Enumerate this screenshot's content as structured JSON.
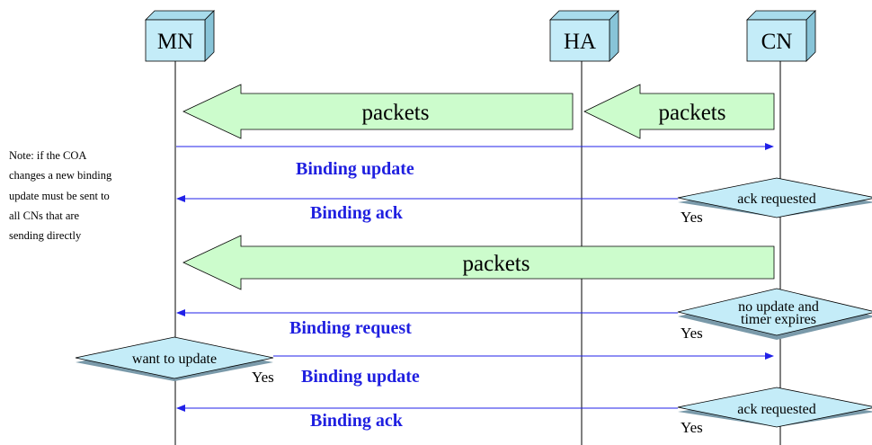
{
  "nodes": [
    {
      "id": "mn",
      "label": "MN"
    },
    {
      "id": "ha",
      "label": "HA"
    },
    {
      "id": "cn",
      "label": "CN"
    }
  ],
  "packets": [
    {
      "label": "packets"
    },
    {
      "label": "packets"
    },
    {
      "label": "packets"
    }
  ],
  "messages": [
    {
      "label": "Binding update"
    },
    {
      "label": "Binding ack"
    },
    {
      "label": "Binding request"
    },
    {
      "label": "Binding update"
    },
    {
      "label": "Binding ack"
    }
  ],
  "decisions": [
    {
      "lines": [
        "ack requested"
      ]
    },
    {
      "lines": [
        "no update and",
        "timer expires"
      ]
    },
    {
      "lines": [
        "want to update"
      ]
    },
    {
      "lines": [
        "ack requested"
      ]
    }
  ],
  "yes_label": "Yes",
  "note": {
    "lines": [
      "Note: if the COA",
      "changes a new binding",
      "update must be sent to",
      "all CNs that are",
      "sending directly"
    ]
  },
  "colors": {
    "node_fill": "#c4ecf8",
    "packet_fill": "#ccfccc",
    "message_line": "#2020e8",
    "message_text": "#1f1fe0",
    "diamond_fill": "#c4ecf8"
  }
}
